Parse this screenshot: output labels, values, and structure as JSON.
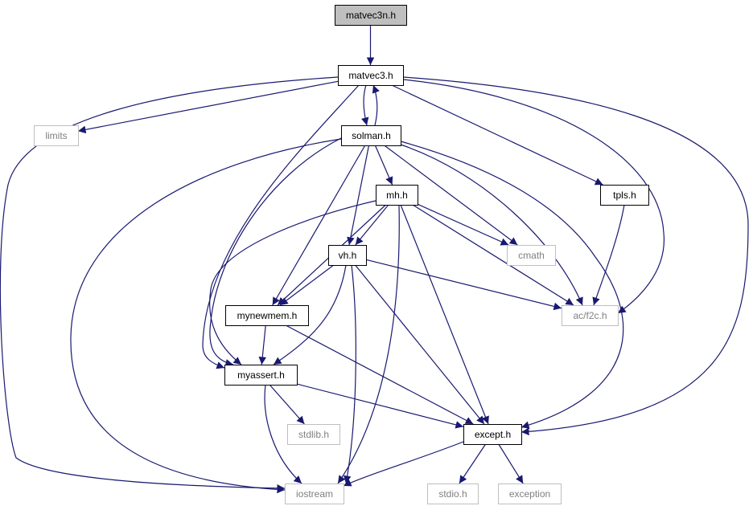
{
  "diagram": {
    "colors": {
      "edge": "#191970",
      "node_border": "#000000",
      "external_border": "#bfbfbf",
      "external_text": "#808080",
      "root_fill": "#bfbfbf",
      "text": "#000000"
    },
    "nodes": [
      {
        "id": "matvec3n",
        "label": "matvec3n.h",
        "kind": "root"
      },
      {
        "id": "matvec3",
        "label": "matvec3.h",
        "kind": "file"
      },
      {
        "id": "limits",
        "label": "limits",
        "kind": "external"
      },
      {
        "id": "solman",
        "label": "solman.h",
        "kind": "file"
      },
      {
        "id": "tpls",
        "label": "tpls.h",
        "kind": "file"
      },
      {
        "id": "mh",
        "label": "mh.h",
        "kind": "file"
      },
      {
        "id": "cmath",
        "label": "cmath",
        "kind": "external"
      },
      {
        "id": "vh",
        "label": "vh.h",
        "kind": "file"
      },
      {
        "id": "acf2c",
        "label": "ac/f2c.h",
        "kind": "external"
      },
      {
        "id": "mynewmem",
        "label": "mynewmem.h",
        "kind": "file"
      },
      {
        "id": "myassert",
        "label": "myassert.h",
        "kind": "file"
      },
      {
        "id": "stdlib",
        "label": "stdlib.h",
        "kind": "external"
      },
      {
        "id": "except",
        "label": "except.h",
        "kind": "file"
      },
      {
        "id": "iostream",
        "label": "iostream",
        "kind": "external"
      },
      {
        "id": "stdio",
        "label": "stdio.h",
        "kind": "external"
      },
      {
        "id": "exception",
        "label": "exception",
        "kind": "external"
      }
    ],
    "edges": [
      {
        "from": "matvec3n",
        "to": "matvec3"
      },
      {
        "from": "matvec3",
        "to": "limits"
      },
      {
        "from": "matvec3",
        "to": "solman"
      },
      {
        "from": "matvec3",
        "to": "tpls"
      },
      {
        "from": "matvec3",
        "to": "acf2c"
      },
      {
        "from": "matvec3",
        "to": "myassert"
      },
      {
        "from": "matvec3",
        "to": "except"
      },
      {
        "from": "matvec3",
        "to": "iostream"
      },
      {
        "from": "solman",
        "to": "matvec3"
      },
      {
        "from": "solman",
        "to": "mh"
      },
      {
        "from": "solman",
        "to": "vh"
      },
      {
        "from": "solman",
        "to": "cmath"
      },
      {
        "from": "solman",
        "to": "acf2c"
      },
      {
        "from": "solman",
        "to": "mynewmem"
      },
      {
        "from": "solman",
        "to": "myassert"
      },
      {
        "from": "solman",
        "to": "except"
      },
      {
        "from": "solman",
        "to": "iostream"
      },
      {
        "from": "tpls",
        "to": "acf2c"
      },
      {
        "from": "mh",
        "to": "vh"
      },
      {
        "from": "mh",
        "to": "cmath"
      },
      {
        "from": "mh",
        "to": "acf2c"
      },
      {
        "from": "mh",
        "to": "mynewmem"
      },
      {
        "from": "mh",
        "to": "myassert"
      },
      {
        "from": "mh",
        "to": "except"
      },
      {
        "from": "mh",
        "to": "iostream"
      },
      {
        "from": "vh",
        "to": "acf2c"
      },
      {
        "from": "vh",
        "to": "mynewmem"
      },
      {
        "from": "vh",
        "to": "myassert"
      },
      {
        "from": "vh",
        "to": "except"
      },
      {
        "from": "vh",
        "to": "iostream"
      },
      {
        "from": "mynewmem",
        "to": "myassert"
      },
      {
        "from": "mynewmem",
        "to": "except"
      },
      {
        "from": "myassert",
        "to": "stdlib"
      },
      {
        "from": "myassert",
        "to": "except"
      },
      {
        "from": "myassert",
        "to": "iostream"
      },
      {
        "from": "except",
        "to": "iostream"
      },
      {
        "from": "except",
        "to": "stdio"
      },
      {
        "from": "except",
        "to": "exception"
      }
    ]
  }
}
